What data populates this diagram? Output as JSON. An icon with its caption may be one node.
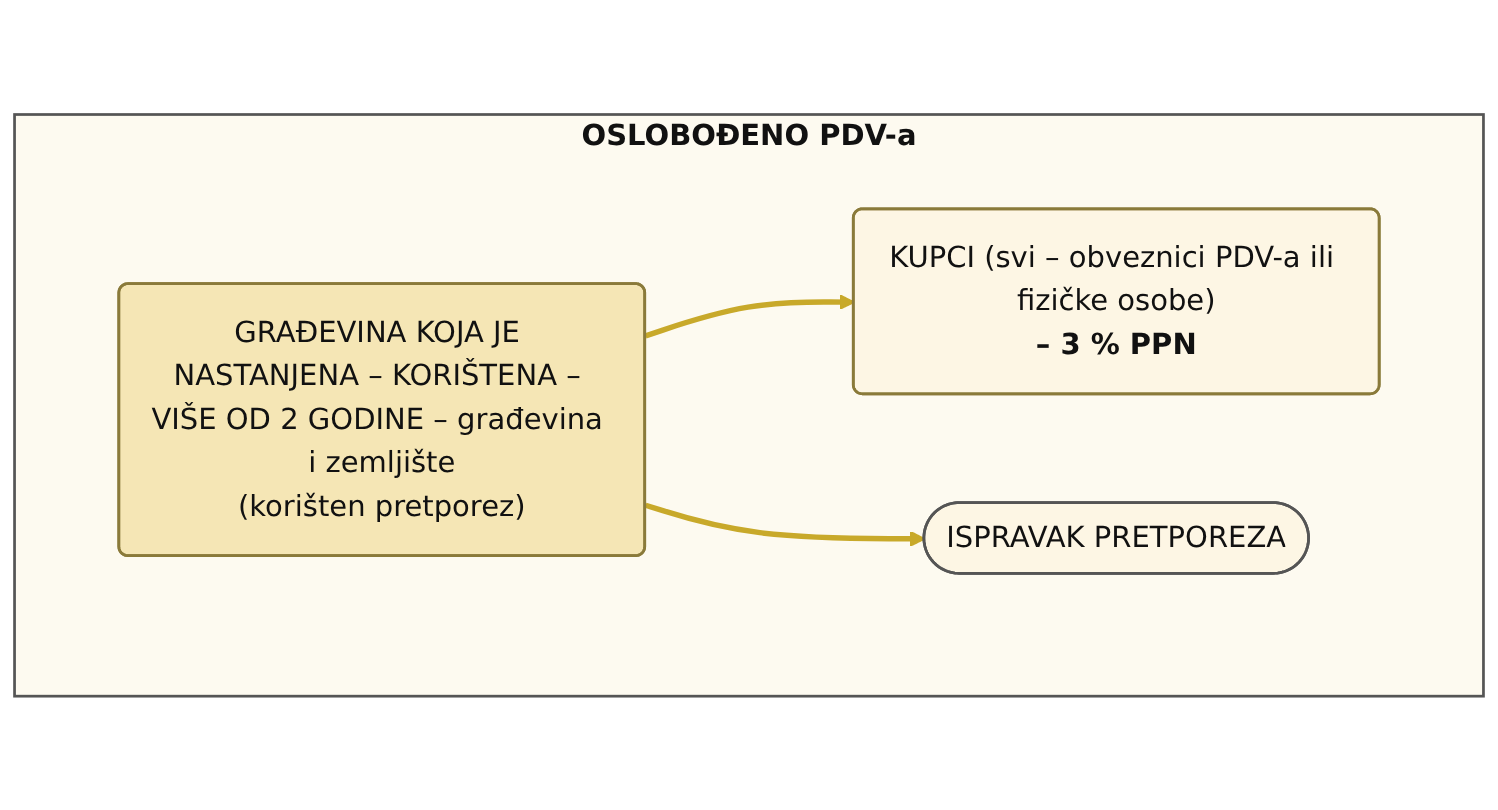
{
  "diagram": {
    "nodes": [
      {
        "text": [
          "OSLOBOĐENO PDV-a"
        ]
      },
      {
        "text": [
          "GRAĐEVINA KOJA JE NASTANJENA – KORIŠTENA – VIŠE OD 2 GODINE – građevina i zemljište",
          "(korišten pretporez)"
        ],
        "in": 0
      },
      {
        "text": [
          "KUPCI (svi – obveznici PDV-a ili fizičke osobe)",
          "– 3 % PPN"
        ],
        "in": 0
      },
      {
        "text": [
          "ISPRAVAK PRETPOREZA"
        ],
        "in": 0
      }
    ],
    "edges": [
      {
        "from": 1,
        "to": 2,
        "arrow": "to"
      },
      {
        "from": 1,
        "to": 3,
        "arrow": "to"
      }
    ]
  }
}
